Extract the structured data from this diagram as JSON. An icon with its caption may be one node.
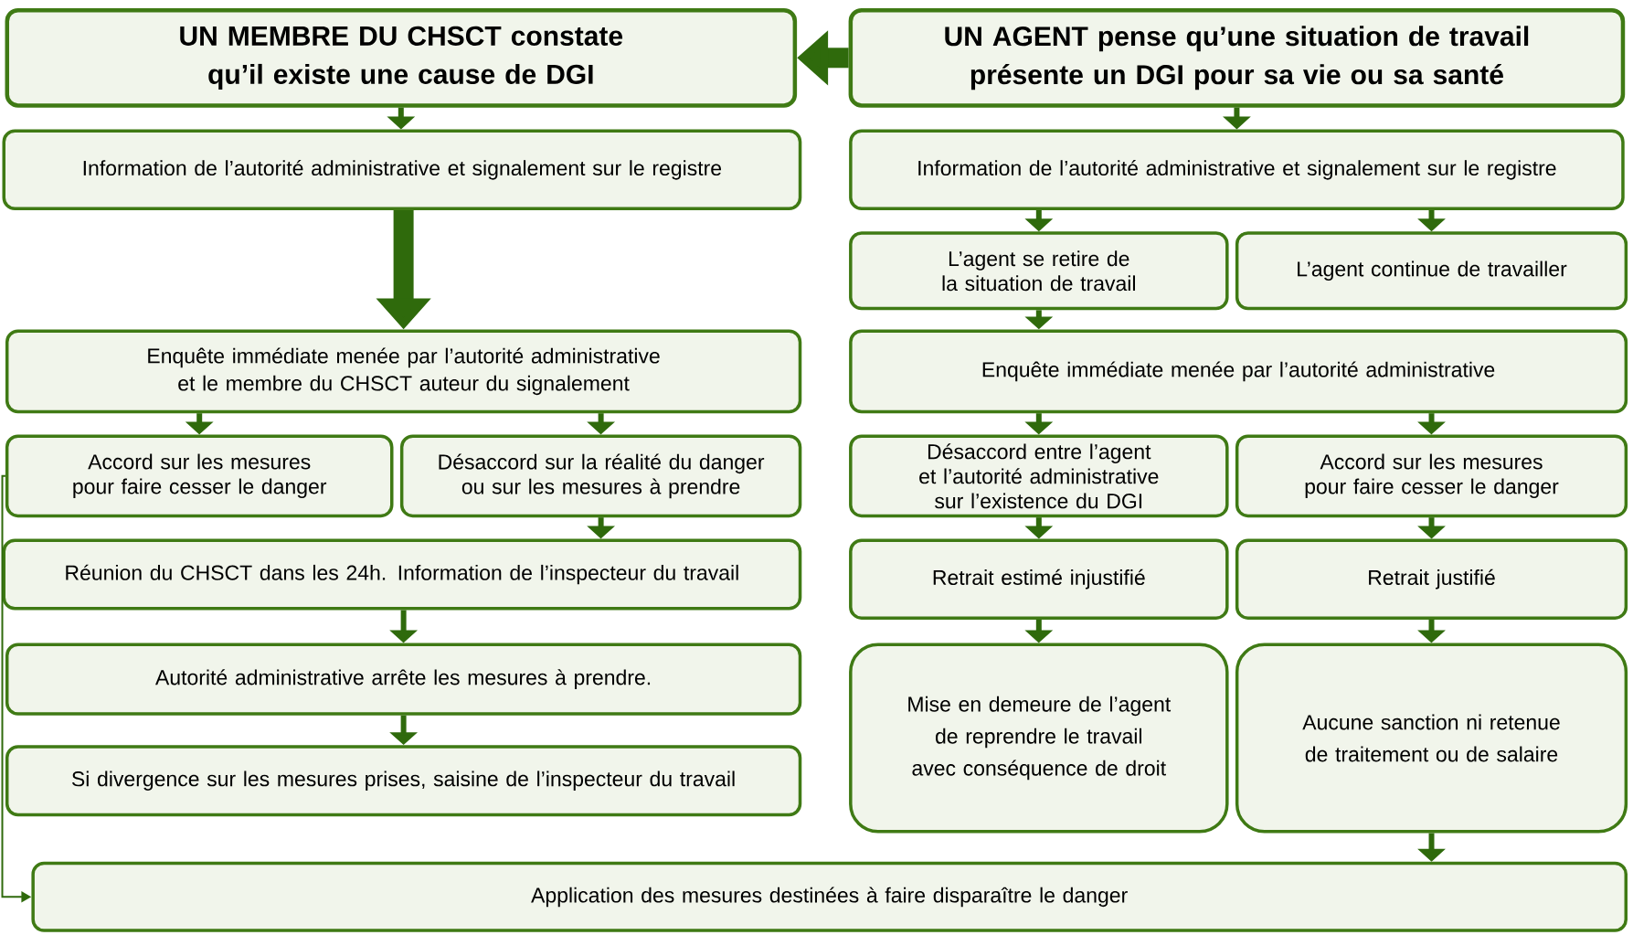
{
  "diagram": {
    "nodes": [
      {
        "text": [
          "UN MEMBRE DU CHSCT constate qu’il existe une cause de DGI"
        ]
      },
      {
        "text": [
          "UN AGENT pense qu’une situation de travail présente un DGI pour sa vie ou sa santé"
        ]
      },
      {
        "text": [
          "Information de l’autorité administrative et signalement sur le registre"
        ]
      },
      {
        "text": [
          "Information de l’autorité administrative et signalement sur le registre"
        ]
      },
      {
        "text": [
          "L’agent se retire de la situation de travail"
        ]
      },
      {
        "text": [
          "L’agent continue de travailler"
        ]
      },
      {
        "text": [
          "Enquête immédiate menée par l’autorité administrative et le membre du CHSCT auteur du signalement"
        ]
      },
      {
        "text": [
          "Enquête immédiate menée par l’autorité administrative"
        ]
      },
      {
        "text": [
          "Accord sur les mesures pour faire cesser le danger"
        ]
      },
      {
        "text": [
          "Désaccord sur la réalité du danger ou sur les mesures à prendre"
        ]
      },
      {
        "text": [
          "Désaccord entre l’agent et l’autorité administrative sur l’existence du DGI"
        ]
      },
      {
        "text": [
          "Accord sur les mesures pour faire cesser le danger"
        ]
      },
      {
        "text": [
          "Réunion du CHSCT dans les 24h. Information de l’inspecteur du travail"
        ]
      },
      {
        "text": [
          "Retrait estimé injustifié"
        ]
      },
      {
        "text": [
          "Retrait justifié"
        ]
      },
      {
        "text": [
          "Autorité administrative arrête les mesures à prendre."
        ]
      },
      {
        "text": [
          "Mise en demeure de l’agent de reprendre le travail avec conséquence de droit"
        ]
      },
      {
        "text": [
          "Aucune sanction ni retenue de traitement ou de salaire"
        ]
      },
      {
        "text": [
          "Si divergence sur les mesures prises, saisine de l’inspecteur du travail"
        ]
      },
      {
        "text": [
          "Application des mesures destinées à faire disparaître le danger"
        ]
      }
    ],
    "edges": [
      {
        "from": 1,
        "to": 0,
        "arrow": "to",
        "style": "thick"
      },
      {
        "from": 0,
        "to": 2,
        "arrow": "to"
      },
      {
        "from": 1,
        "to": 3,
        "arrow": "to"
      },
      {
        "from": 2,
        "to": 6,
        "arrow": "to",
        "style": "thick"
      },
      {
        "from": 3,
        "to": 4,
        "arrow": "to"
      },
      {
        "from": 3,
        "to": 5,
        "arrow": "to"
      },
      {
        "from": 4,
        "to": 7,
        "arrow": "to"
      },
      {
        "from": 6,
        "to": 8,
        "arrow": "to"
      },
      {
        "from": 6,
        "to": 9,
        "arrow": "to"
      },
      {
        "from": 7,
        "to": 10,
        "arrow": "to"
      },
      {
        "from": 7,
        "to": 11,
        "arrow": "to"
      },
      {
        "from": 9,
        "to": 12,
        "arrow": "to"
      },
      {
        "from": 12,
        "to": 15,
        "arrow": "to"
      },
      {
        "from": 15,
        "to": 18,
        "arrow": "to"
      },
      {
        "from": 10,
        "to": 13,
        "arrow": "to"
      },
      {
        "from": 11,
        "to": 14,
        "arrow": "to"
      },
      {
        "from": 13,
        "to": 16,
        "arrow": "to"
      },
      {
        "from": 14,
        "to": 17,
        "arrow": "to"
      },
      {
        "from": 17,
        "to": 19,
        "arrow": "to"
      },
      {
        "from": 8,
        "to": 19,
        "arrow": "to"
      }
    ]
  }
}
